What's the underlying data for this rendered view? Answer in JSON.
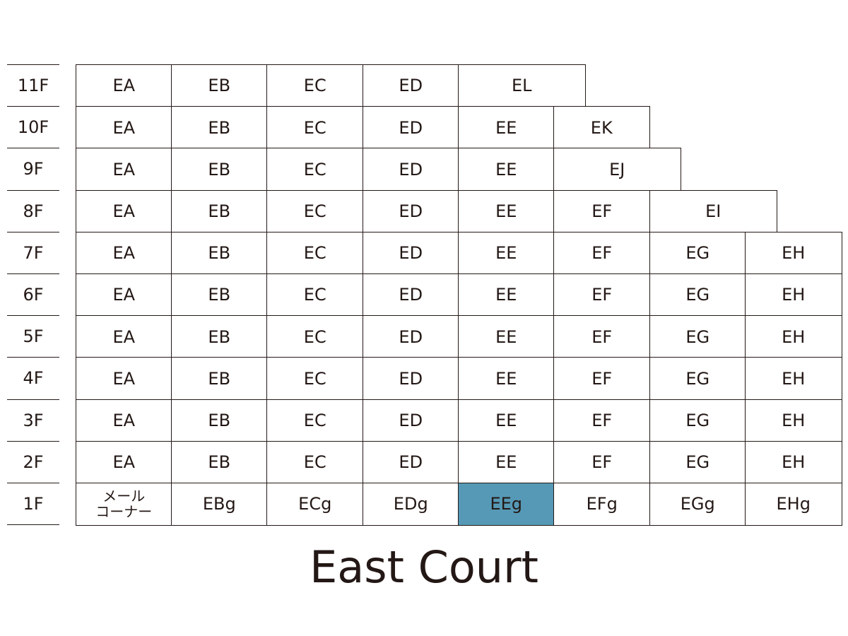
{
  "title": "East Court",
  "colors": {
    "line": "#231815",
    "text": "#231815",
    "highlight": "#5699b6",
    "background": "#ffffff"
  },
  "floors": [
    {
      "label": "11F",
      "units": [
        "EA",
        "EB",
        "EC",
        "ED",
        "EL"
      ]
    },
    {
      "label": "10F",
      "units": [
        "EA",
        "EB",
        "EC",
        "ED",
        "EE",
        "EK"
      ]
    },
    {
      "label": "9F",
      "units": [
        "EA",
        "EB",
        "EC",
        "ED",
        "EE",
        "EJ"
      ]
    },
    {
      "label": "8F",
      "units": [
        "EA",
        "EB",
        "EC",
        "ED",
        "EE",
        "EF",
        "EI"
      ]
    },
    {
      "label": "7F",
      "units": [
        "EA",
        "EB",
        "EC",
        "ED",
        "EE",
        "EF",
        "EG",
        "EH"
      ]
    },
    {
      "label": "6F",
      "units": [
        "EA",
        "EB",
        "EC",
        "ED",
        "EE",
        "EF",
        "EG",
        "EH"
      ]
    },
    {
      "label": "5F",
      "units": [
        "EA",
        "EB",
        "EC",
        "ED",
        "EE",
        "EF",
        "EG",
        "EH"
      ]
    },
    {
      "label": "4F",
      "units": [
        "EA",
        "EB",
        "EC",
        "ED",
        "EE",
        "EF",
        "EG",
        "EH"
      ]
    },
    {
      "label": "3F",
      "units": [
        "EA",
        "EB",
        "EC",
        "ED",
        "EE",
        "EF",
        "EG",
        "EH"
      ]
    },
    {
      "label": "2F",
      "units": [
        "EA",
        "EB",
        "EC",
        "ED",
        "EE",
        "EF",
        "EG",
        "EH"
      ]
    },
    {
      "label": "1F",
      "units": [
        "メール\nコーナー",
        "EBg",
        "ECg",
        "EDg",
        "EEg",
        "EFg",
        "EGg",
        "EHg"
      ],
      "highlighted": "EEg"
    }
  ]
}
